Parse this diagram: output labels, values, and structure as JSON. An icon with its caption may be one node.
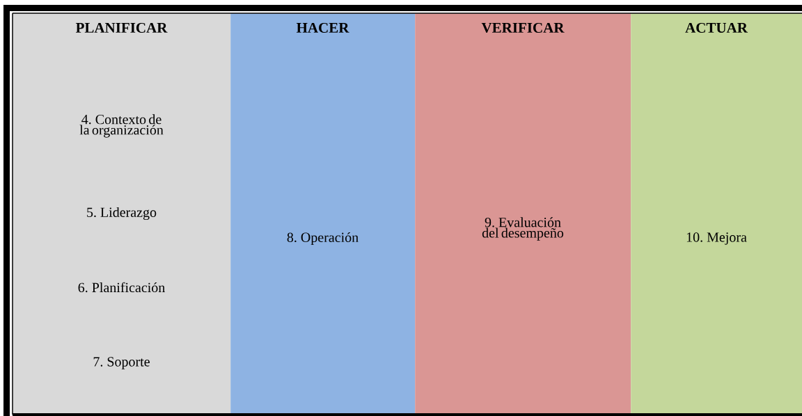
{
  "diagram": {
    "nodes": [
      {
        "text": [
          "PLANIFICAR",
          "4. Contexto de la organización",
          "5. Liderazgo",
          "6. Planificación",
          "7. Soporte"
        ]
      },
      {
        "text": [
          "HACER",
          "8. Operación"
        ]
      },
      {
        "text": [
          "VERIFICAR",
          "9. Evaluación del desempeño"
        ]
      },
      {
        "text": [
          "ACTUAR",
          "10. Mejora"
        ]
      }
    ]
  }
}
